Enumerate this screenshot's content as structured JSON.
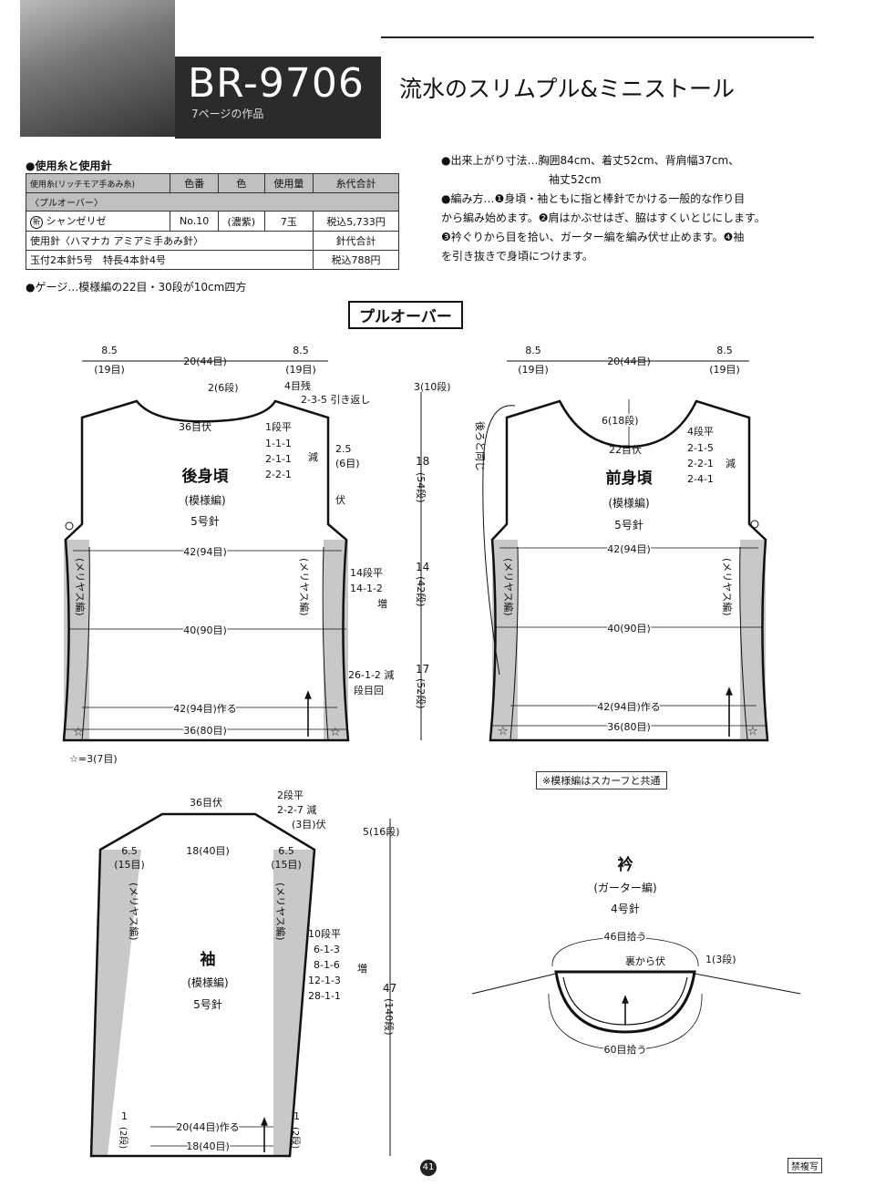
{
  "header": {
    "code": "BR-9706",
    "subtitle": "7ページの作品",
    "title": "流水のスリムプル&ミニストール"
  },
  "yarn": {
    "section": "●使用糸と使用針",
    "header_cells": [
      "使用糸(リッチモア手あみ糸)",
      "色番",
      "色",
      "使用量",
      "糸代合計"
    ],
    "group_row": "〈プルオーバー〉",
    "yarn_row": {
      "new_mark": "新",
      "name": "シャンゼリゼ",
      "number": "No.10",
      "color": "(濃紫)",
      "amount": "7玉",
      "price": "税込5,733円"
    },
    "needle_header": "使用針〈ハマナカ アミアミ手あみ針〉",
    "needle_total_header": "針代合計",
    "needle_row": "玉付2本針5号　特長4本針4号",
    "needle_price": "税込788円",
    "gauge": "●ゲージ…模様編の22目・30段が10cm四方"
  },
  "finish": {
    "line1": "●出来上がり寸法…胸囲84cm、着丈52cm、背肩幅37cm、",
    "line2": "袖丈52cm",
    "method1": "●編み方…❶身頃・袖ともに指と棒針でかける一般的な作り目",
    "method2": "から編み始めます。❷肩はかぶせはぎ、脇はすくいとじにします。",
    "method3": "❸衿ぐりから目を拾い、ガーター編を編み伏せ止めます。❹袖",
    "method4": "を引き抜きで身頃につけます。"
  },
  "pattern_title": "プルオーバー",
  "back": {
    "dim_left": "8.5",
    "dim_left_st": "(19目)",
    "dim_mid": "20(44目)",
    "dim_right": "8.5",
    "dim_right_st": "(19目)",
    "neck_depth": "2(6段)",
    "shoulder_rest": "4目残",
    "shoulder_short": "2-3-5 引き返し",
    "right_total_top": "3(10段)",
    "neck_bind": "36目伏",
    "dec_flat": "1段平",
    "dec1": "1-1-1",
    "dec2": "2-1-1",
    "dec3": "2-2-1",
    "dec_label": "減",
    "arm_cm": "2.5",
    "arm_st": "(6目)",
    "arm_bind": "伏",
    "name": "後身頃",
    "stitch": "(模様編)",
    "needle": "5号針",
    "w42": "42(94目)",
    "stockinette": "(メリヤス編)",
    "inc_flat": "14段平",
    "inc_rule": "14-1-2",
    "inc_label": "増",
    "w40": "40(90目)",
    "dec_rule": "26-1-2 減",
    "dec_rule2": "段目回",
    "cast_on": "42(94目)作る",
    "w36": "36(80目)",
    "h18": "18",
    "h18s": "(54段)",
    "h14": "14",
    "h14s": "(42段)",
    "h17": "17",
    "h17s": "(52段)",
    "star_note": "☆=3(7目)"
  },
  "front": {
    "dim_left": "8.5",
    "dim_left_st": "(19目)",
    "dim_mid": "20(44目)",
    "dim_right": "8.5",
    "dim_right_st": "(19目)",
    "same_as_back": "後ろと同じ",
    "neck_depth": "6(18段)",
    "neck_bind": "22目伏",
    "dec_flat": "4段平",
    "dec1": "2-1-5",
    "dec2": "2-2-1",
    "dec3": "2-4-1",
    "dec_label": "減",
    "name": "前身頃",
    "stitch": "(模様編)",
    "needle": "5号針",
    "w42": "42(94目)",
    "stockinette": "(メリヤス編)",
    "w40": "40(90目)",
    "cast_on": "42(94目)作る",
    "w36": "36(80目)"
  },
  "scarf_note": "※模様編はスカーフと共通",
  "sleeve": {
    "top_bind": "36目伏",
    "top_flat": "2段平",
    "top_rule": "2-2-7 減",
    "top_bind2": "(3目)伏",
    "top_h": "5(16段)",
    "side_l": "6.5",
    "side_l_st": "(15目)",
    "mid": "18(40目)",
    "side_r": "6.5",
    "side_r_st": "(15目)",
    "stockinette": "(メリヤス編)",
    "inc_flat": "10段平",
    "inc1": "6-1-3",
    "inc2": "8-1-6",
    "inc3": "12-1-3",
    "inc4": "28-1-1",
    "inc_label": "増",
    "name": "袖",
    "stitch": "(模様編)",
    "needle": "5号針",
    "total_h": "47",
    "total_hs": "(140段)",
    "cuff_l": "1",
    "cuff_ls": "(2段)",
    "cuff_r": "1",
    "cuff_rs": "(2段)",
    "cast_on": "20(44目)作る",
    "bottom": "18(40目)"
  },
  "collar": {
    "name": "衿",
    "stitch": "(ガーター編)",
    "needle": "4号針",
    "pick_back": "46目拾う",
    "bind_back": "裏から伏",
    "depth": "1(3段)",
    "pick_front": "60目拾う"
  },
  "page_number": "41",
  "forbid": "禁複写"
}
